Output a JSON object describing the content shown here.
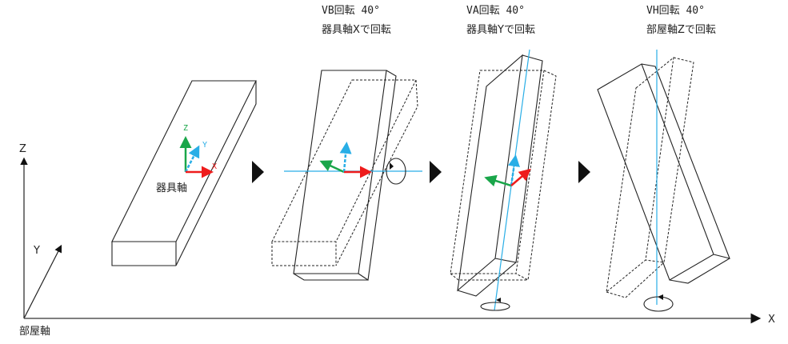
{
  "room_axes": {
    "label": "部屋軸",
    "x": "X",
    "y": "Y",
    "z": "Z"
  },
  "fixture": {
    "label": "器具軸",
    "x": "X",
    "y": "Y",
    "z": "Z"
  },
  "steps": [
    {
      "title": "VB回転 40°",
      "desc": "器具軸Xで回転"
    },
    {
      "title": "VA回転 40°",
      "desc": "器具軸Yで回転"
    },
    {
      "title": "VH回転 40°",
      "desc": "部屋軸Zで回転"
    }
  ],
  "colors": {
    "x_axis": "#ee1c1c",
    "y_axis": "#29aee6",
    "z_axis": "#1aa64a",
    "rotation_axis": "#29aee6"
  }
}
